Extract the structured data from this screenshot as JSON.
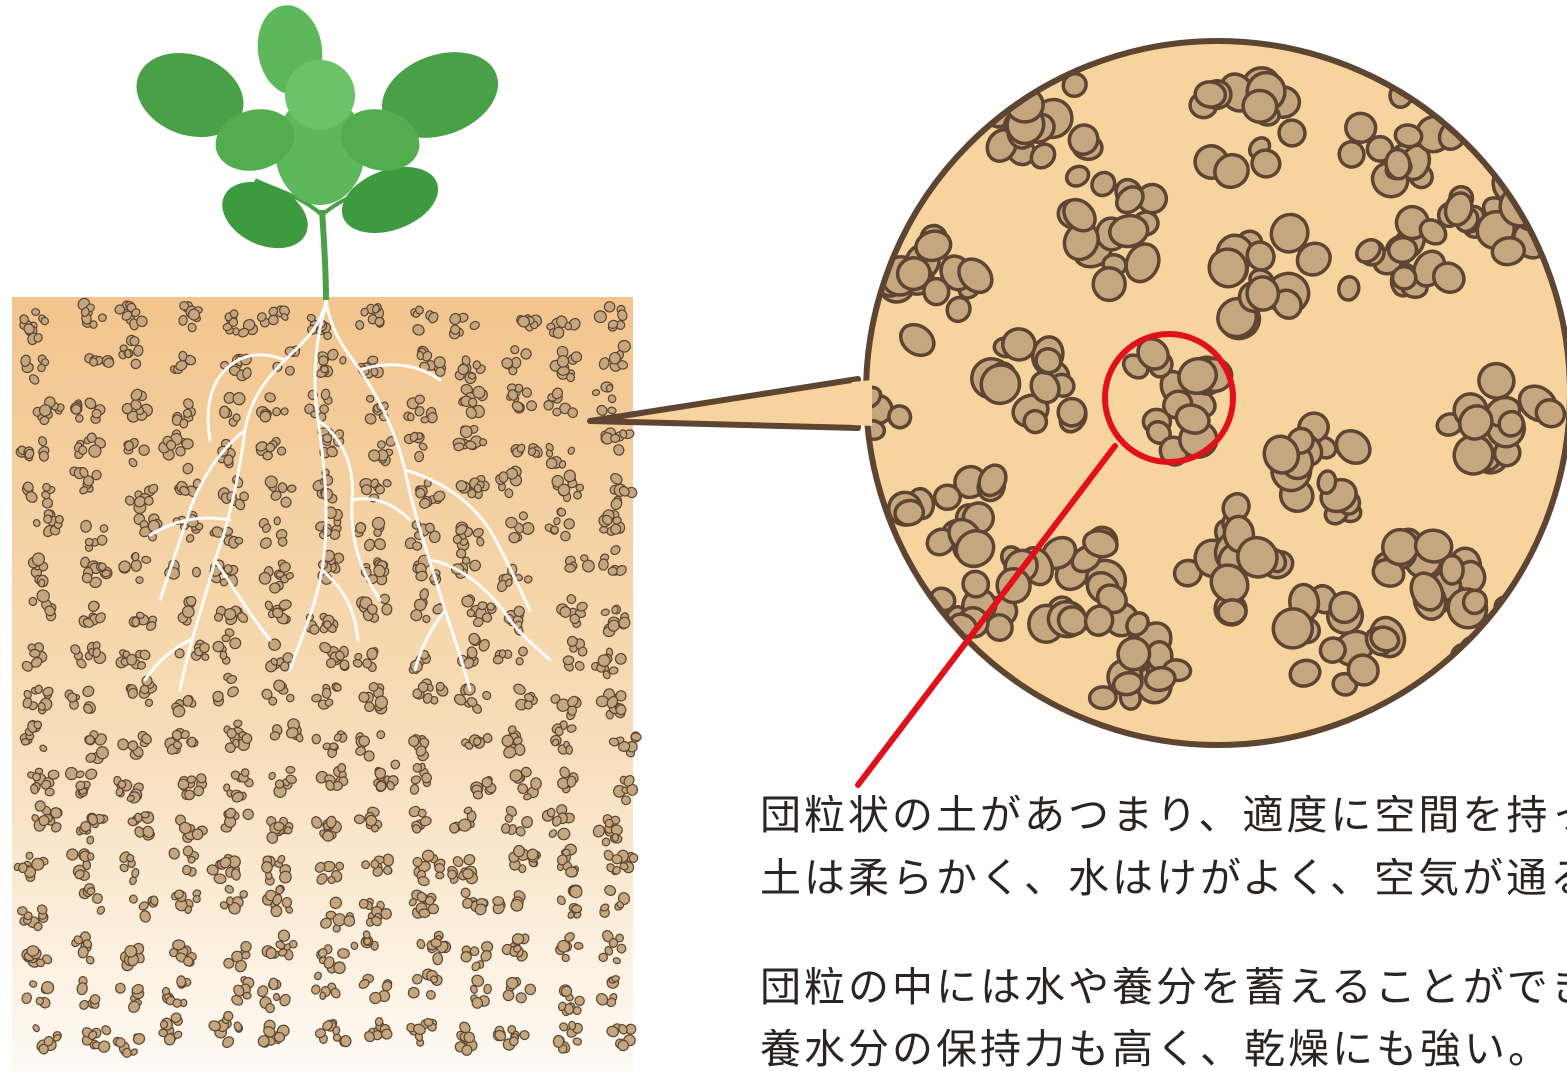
{
  "captions": {
    "line1": "団粒状の土があつまり、適度に空間を持っ",
    "line2": "土は柔らかく、水はけがよく、空気が通る",
    "line3": "団粒の中には水や養分を蓄えることができ",
    "line4": "養水分の保持力も高く、乾燥にも強い。"
  },
  "colors": {
    "soil_top": "#f2c58d",
    "soil_bottom": "#fdf6ec",
    "particle_fill": "#c4a67f",
    "particle_stroke": "#5d4532",
    "magnified_bg": "#f7d39d",
    "highlight": "#e1111b",
    "leaf_dark": "#3e9a3f",
    "leaf_light": "#5cb85a",
    "root": "#ffffff"
  }
}
